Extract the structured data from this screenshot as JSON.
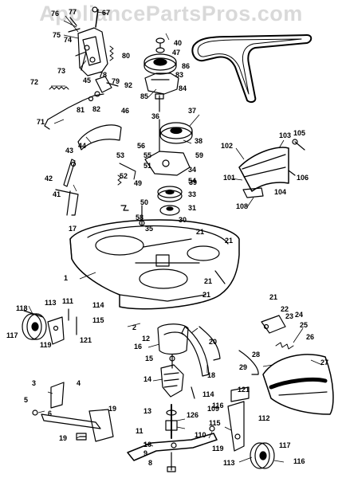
{
  "watermark": "AppliancePartsPros.com",
  "header_fragment": "... ...  ...",
  "parts": [
    {
      "ref": "76",
      "name": "callout-76"
    },
    {
      "ref": "77",
      "name": "callout-77"
    },
    {
      "ref": "67",
      "name": "callout-67"
    },
    {
      "ref": "75",
      "name": "callout-75"
    },
    {
      "ref": "74",
      "name": "callout-74"
    },
    {
      "ref": "73",
      "name": "callout-73"
    },
    {
      "ref": "80",
      "name": "callout-80"
    },
    {
      "ref": "78",
      "name": "callout-78"
    },
    {
      "ref": "79",
      "name": "callout-79"
    },
    {
      "ref": "92",
      "name": "callout-92"
    },
    {
      "ref": "72",
      "name": "callout-72"
    },
    {
      "ref": "45",
      "name": "callout-45"
    },
    {
      "ref": "81",
      "name": "callout-81"
    },
    {
      "ref": "82",
      "name": "callout-82"
    },
    {
      "ref": "71",
      "name": "callout-71"
    },
    {
      "ref": "46",
      "name": "callout-46"
    },
    {
      "ref": "44",
      "name": "callout-44"
    },
    {
      "ref": "43",
      "name": "callout-43"
    },
    {
      "ref": "42",
      "name": "callout-42"
    },
    {
      "ref": "41",
      "name": "callout-41"
    },
    {
      "ref": "40",
      "name": "callout-40"
    },
    {
      "ref": "47",
      "name": "callout-47"
    },
    {
      "ref": "86",
      "name": "callout-86"
    },
    {
      "ref": "83",
      "name": "callout-83"
    },
    {
      "ref": "84",
      "name": "callout-84"
    },
    {
      "ref": "85",
      "name": "callout-85"
    },
    {
      "ref": "37",
      "name": "callout-37"
    },
    {
      "ref": "36",
      "name": "callout-36"
    },
    {
      "ref": "59",
      "name": "callout-59"
    },
    {
      "ref": "55",
      "name": "callout-55"
    },
    {
      "ref": "51",
      "name": "callout-51"
    },
    {
      "ref": "53",
      "name": "callout-53"
    },
    {
      "ref": "52",
      "name": "callout-52"
    },
    {
      "ref": "49",
      "name": "callout-49"
    },
    {
      "ref": "50",
      "name": "callout-50"
    },
    {
      "ref": "34",
      "name": "callout-34"
    },
    {
      "ref": "39",
      "name": "callout-39"
    },
    {
      "ref": "33",
      "name": "callout-33"
    },
    {
      "ref": "31",
      "name": "callout-31"
    },
    {
      "ref": "30",
      "name": "callout-30"
    },
    {
      "ref": "58",
      "name": "callout-58"
    },
    {
      "ref": "35",
      "name": "callout-35"
    },
    {
      "ref": "105",
      "name": "callout-105"
    },
    {
      "ref": "102",
      "name": "callout-102"
    },
    {
      "ref": "103",
      "name": "callout-103"
    },
    {
      "ref": "106",
      "name": "callout-106"
    },
    {
      "ref": "101",
      "name": "callout-101"
    },
    {
      "ref": "104",
      "name": "callout-104"
    },
    {
      "ref": "108",
      "name": "callout-108"
    },
    {
      "ref": "17",
      "name": "callout-17"
    },
    {
      "ref": "21",
      "name": "callout-21"
    },
    {
      "ref": "1",
      "name": "callout-1"
    },
    {
      "ref": "118",
      "name": "callout-118"
    },
    {
      "ref": "113",
      "name": "callout-113"
    },
    {
      "ref": "111",
      "name": "callout-111"
    },
    {
      "ref": "114",
      "name": "callout-114"
    },
    {
      "ref": "115",
      "name": "callout-115"
    },
    {
      "ref": "117",
      "name": "callout-117"
    },
    {
      "ref": "119",
      "name": "callout-119"
    },
    {
      "ref": "121",
      "name": "callout-121"
    },
    {
      "ref": "2",
      "name": "callout-2"
    },
    {
      "ref": "12",
      "name": "callout-12"
    },
    {
      "ref": "16",
      "name": "callout-16"
    },
    {
      "ref": "15",
      "name": "callout-15"
    },
    {
      "ref": "14",
      "name": "callout-14"
    },
    {
      "ref": "22",
      "name": "callout-22"
    },
    {
      "ref": "23",
      "name": "callout-23"
    },
    {
      "ref": "24",
      "name": "callout-24"
    },
    {
      "ref": "25",
      "name": "callout-25"
    },
    {
      "ref": "26",
      "name": "callout-26"
    },
    {
      "ref": "27",
      "name": "callout-27"
    },
    {
      "ref": "20",
      "name": "callout-20"
    },
    {
      "ref": "28",
      "name": "callout-28"
    },
    {
      "ref": "29",
      "name": "callout-29"
    },
    {
      "ref": "18",
      "name": "callout-18"
    },
    {
      "ref": "3",
      "name": "callout-3"
    },
    {
      "ref": "4",
      "name": "callout-4"
    },
    {
      "ref": "5",
      "name": "callout-5"
    },
    {
      "ref": "6",
      "name": "callout-6"
    },
    {
      "ref": "19",
      "name": "callout-19"
    },
    {
      "ref": "13",
      "name": "callout-13"
    },
    {
      "ref": "126",
      "name": "callout-126"
    },
    {
      "ref": "10",
      "name": "callout-10"
    },
    {
      "ref": "9",
      "name": "callout-9"
    },
    {
      "ref": "8",
      "name": "callout-8"
    },
    {
      "ref": "116",
      "name": "callout-116"
    },
    {
      "ref": "112",
      "name": "callout-112"
    },
    {
      "ref": "110",
      "name": "callout-110"
    },
    {
      "ref": "109",
      "name": "callout-109"
    },
    {
      "ref": "54",
      "name": "callout-54"
    },
    {
      "ref": "38",
      "name": "callout-38"
    },
    {
      "ref": "56",
      "name": "callout-56"
    }
  ],
  "extra_labels": [
    "21",
    "21",
    "21",
    "21",
    "21",
    "116",
    "117",
    "119",
    "113",
    "114",
    "115",
    "121",
    "19",
    "11"
  ]
}
